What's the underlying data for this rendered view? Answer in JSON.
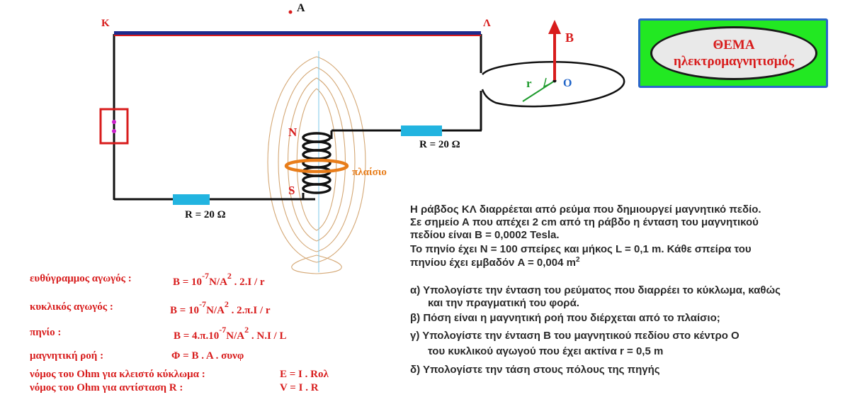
{
  "diagram": {
    "labels": {
      "K": "Κ",
      "L": "Λ",
      "A": "A",
      "B": "B",
      "r": "r",
      "O": "O",
      "N": "N",
      "S": "S",
      "frame": "πλαίσιο",
      "R_right": "R = 20 Ω",
      "R_left": "R = 20 Ω"
    },
    "colors": {
      "rod": "#1e2a8c",
      "rod_edge": "#d81c1c",
      "wire": "#111111",
      "resistor": "#22b4e0",
      "source": "#d81c1c",
      "source_pins": "#cc22cc",
      "field_lines": "#d4a774",
      "frame_ring": "#e87d1a",
      "arrow": "#d81c1c",
      "radius": "#1d9a2c",
      "axis": "#7ec8ea"
    }
  },
  "title": {
    "line1": "ΘΕΜΑ",
    "line2": "ηλεκτρομαγνητισμός"
  },
  "formulas": [
    {
      "label": "ευθύγραμμος αγωγός :",
      "f1": "B = 10",
      "exp1": "-7",
      "f2": "N/A",
      "exp2": "2",
      "f3": ". 2.I / r"
    },
    {
      "label": "κυκλικός  αγωγός :",
      "f1": "B = 10",
      "exp1": "-7",
      "f2": "N/A",
      "exp2": "2",
      "f3": ". 2.π.I / r"
    },
    {
      "label": "πηνίο :",
      "f1": "B = 4.π.10",
      "exp1": "-7",
      "f2": "N/A",
      "exp2": "2",
      "f3": ". N.I / L"
    },
    {
      "label": "μαγνητική  ροή :",
      "f1": "Φ = B . A . συνφ"
    },
    {
      "label": "νόμος του  Ohm  για κλειστό κύκλωμα :",
      "f1": "E = I . Rολ"
    },
    {
      "label": "νόμος του  Ohm  για αντίσταση R :",
      "f1": "V = I . R"
    }
  ],
  "problem": {
    "p1": "Η ράβδος  ΚΛ   διαρρέεται από ρεύμα  που  δημιουργεί  μαγνητικό πεδίο.",
    "p2": "Σε  σημείο  Α  που απέχει  2 cm  από τη ράβδο  η ένταση του μαγνητικού",
    "p3": "πεδίου είναι  B = 0,0002  Tesla.",
    "p4": "Το πηνίο  έχει  N = 100 σπείρες  και  μήκος L = 0,1 m.  Κάθε σπείρα του",
    "p5": "πηνίου έχει  εμβαδόν  A =  0,004 m",
    "p5_exp": "2",
    "qa1": "α)  Υπολογίστε την ένταση του ρεύματος που διαρρέει το κύκλωμα,  καθώς",
    "qa2": "και  την  πραγματική του φορά.",
    "qb": "β)  Πόση είναι η μαγνητική ροή που διέρχεται από το  πλαίσιο;",
    "qc1": "γ)  Υπολογίστε την ένταση B του μαγνητικού πεδίου  στο κέντρο  O",
    "qc2": "του κυκλικού αγωγού  που έχει ακτίνα   r = 0,5 m",
    "qd": "δ)  Υπολογίστε την τάση  στους πόλους της πηγής"
  }
}
